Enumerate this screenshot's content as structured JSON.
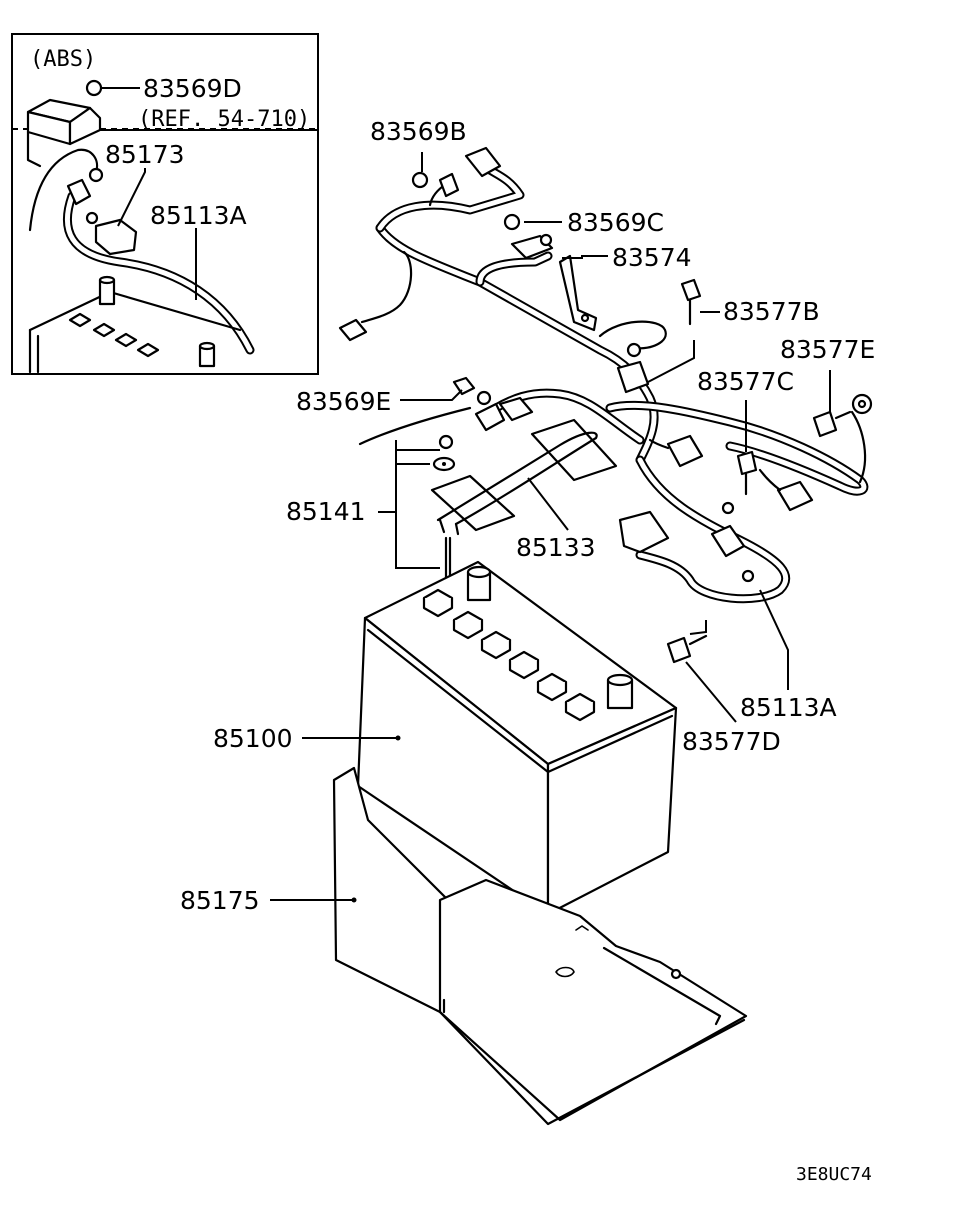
{
  "inset": {
    "title": "(ABS)",
    "ref_note": "(REF. 54-710)"
  },
  "labels": {
    "p83569D": "83569D",
    "p85173": "85173",
    "p85113A_inset": "85113A",
    "p83569B": "83569B",
    "p83569C": "83569C",
    "p83574": "83574",
    "p83577B": "83577B",
    "p83577E": "83577E",
    "p83577C": "83577C",
    "p83569E": "83569E",
    "p85141": "85141",
    "p85133": "85133",
    "p85113A": "85113A",
    "p83577D": "83577D",
    "p85100": "85100",
    "p85175": "85175"
  },
  "diagram_code": "3E8UC74"
}
